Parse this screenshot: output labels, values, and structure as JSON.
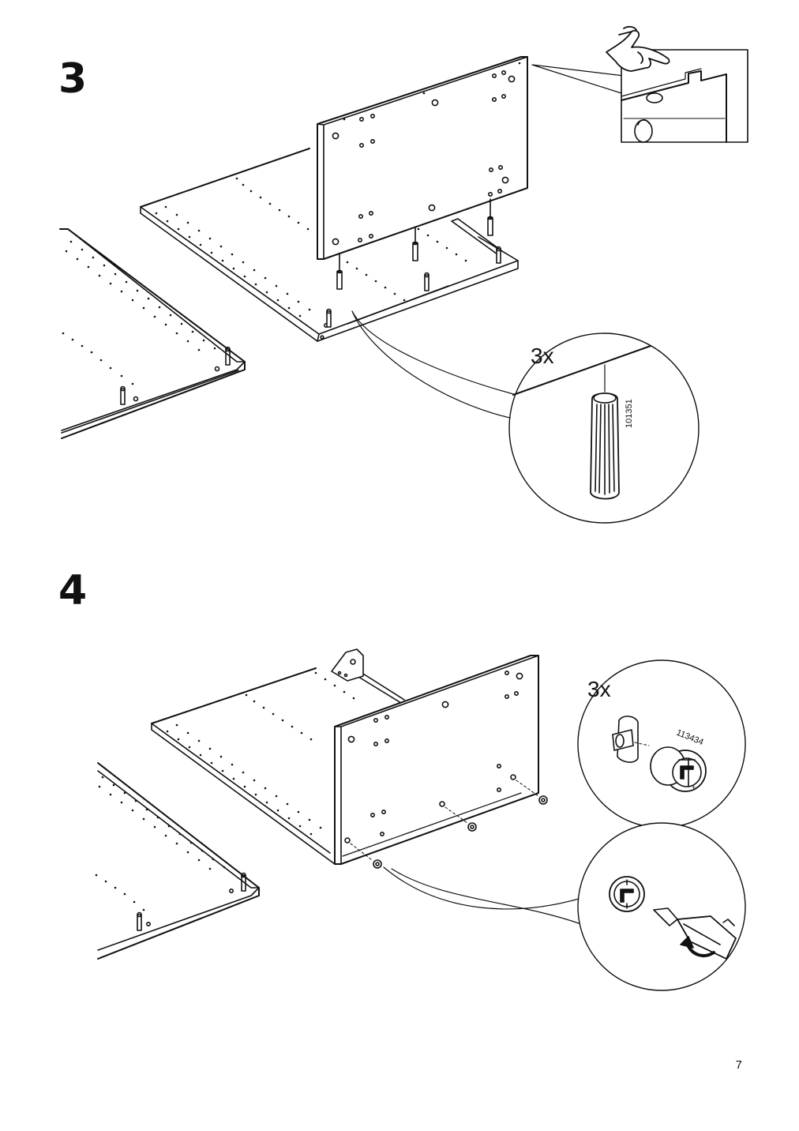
{
  "page": {
    "number": "7"
  },
  "steps": [
    {
      "number": "3",
      "quantity": "3x",
      "part_number": "101351",
      "part": "wooden-dowel"
    },
    {
      "number": "4",
      "quantity": "3x",
      "part_number": "113434",
      "part": "cam-lock-nut"
    }
  ],
  "colors": {
    "line": "#111111",
    "background": "#ffffff"
  },
  "icons": [
    "pointing-hand-icon",
    "screwdriver-icon",
    "rotation-arrow-icon"
  ]
}
